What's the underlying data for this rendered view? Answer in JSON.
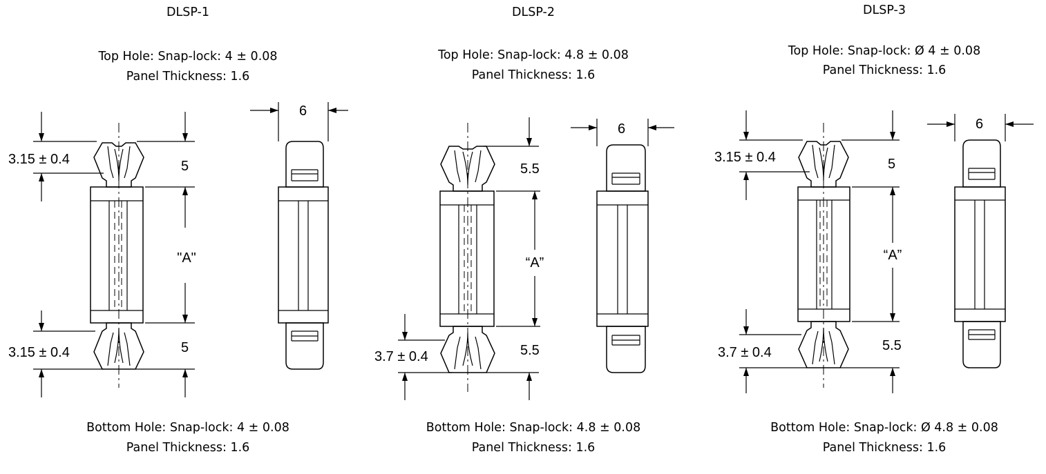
{
  "panels": [
    {
      "title": "DLSP-1",
      "top_hole": "Top Hole: Snap-lock: 4 ± 0.08",
      "top_panel": "Panel Thickness: 1.6",
      "bottom_hole": "Bottom Hole: Snap-lock: 4 ± 0.08",
      "bottom_panel": "Panel Thickness: 1.6",
      "dim_top_left": "3.15 ± 0.4",
      "dim_top_right": "5",
      "dim_a": "\"A\"",
      "dim_bottom_left": "3.15 ± 0.4",
      "dim_bottom_right": "5",
      "dim_width": "6"
    },
    {
      "title": "DLSP-2",
      "top_hole": "Top Hole: Snap-lock: 4.8 ± 0.08",
      "top_panel": "Panel Thickness: 1.6",
      "bottom_hole": "Bottom Hole: Snap-lock: 4.8 ± 0.08",
      "bottom_panel": "Panel Thickness: 1.6",
      "dim_top_left": "",
      "dim_top_right": "5.5",
      "dim_a": "“A”",
      "dim_bottom_left": "3.7 ± 0.4",
      "dim_bottom_right": "5.5",
      "dim_width": "6"
    },
    {
      "title": "DLSP-3",
      "top_hole": "Top Hole: Snap-lock: Ø 4 ± 0.08",
      "top_panel": "Panel Thickness: 1.6",
      "bottom_hole": "Bottom Hole: Snap-lock: Ø 4.8 ± 0.08",
      "bottom_panel": "Panel Thickness: 1.6",
      "dim_top_left": "3.15 ± 0.4",
      "dim_top_right": "5",
      "dim_a": "“A”",
      "dim_bottom_left": "3.7 ± 0.4",
      "dim_bottom_right": "5.5",
      "dim_width": "6"
    }
  ]
}
